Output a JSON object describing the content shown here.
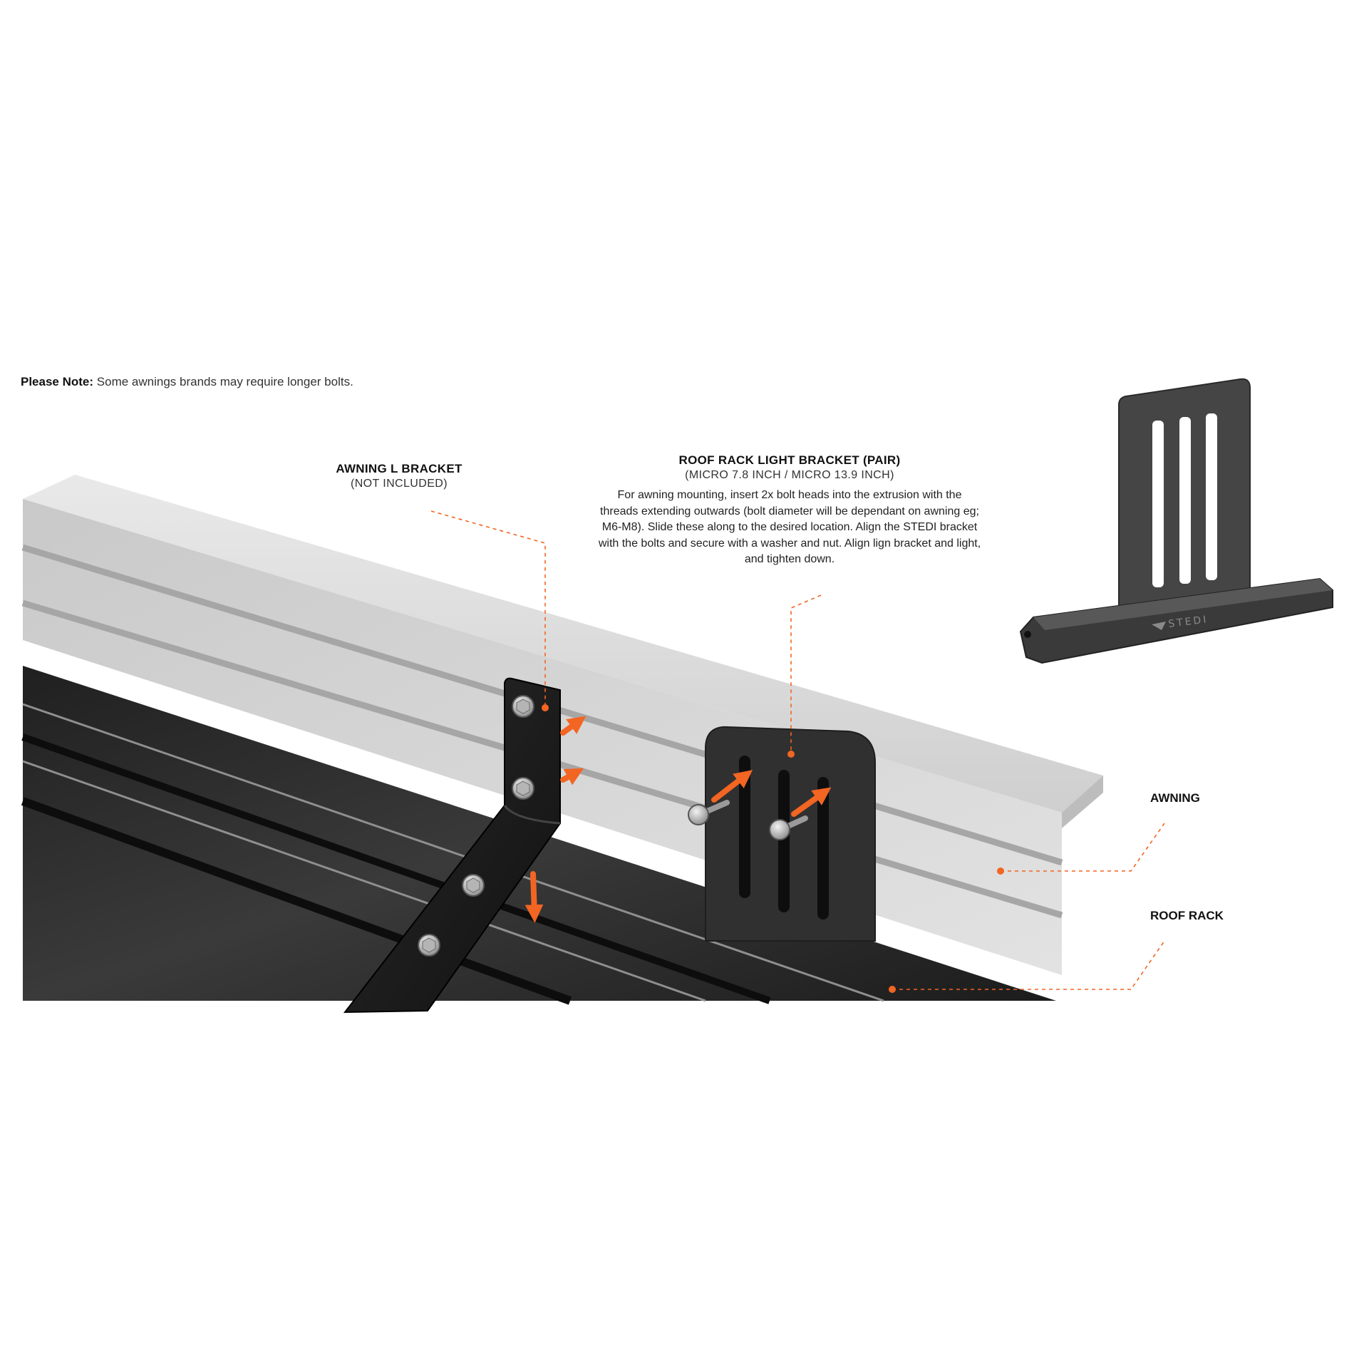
{
  "note": {
    "prefix": "Please Note:",
    "text": " Some awnings brands may require longer bolts."
  },
  "labels": {
    "l_bracket": {
      "title": "AWNING L BRACKET",
      "sub": "(NOT INCLUDED)"
    },
    "light_bracket": {
      "title": "ROOF RACK LIGHT BRACKET (PAIR)",
      "sub": "(MICRO 7.8 INCH / MICRO 13.9 INCH)",
      "description": "For awning mounting, insert 2x bolt heads into the extrusion with the threads extending outwards (bolt diameter will be dependant on awning eg; M6-M8). Slide these along to the desired location. Align the STEDI bracket with the bolts and secure with a washer and nut. Align lign bracket and light, and tighten down."
    },
    "awning": "AWNING",
    "roof_rack": "ROOF RACK"
  },
  "brand": {
    "logo_text": "STEDI"
  },
  "colors": {
    "accent_orange": "#f26522",
    "awning_silver": "#d9d9d9",
    "rack_black": "#2b2b2b",
    "bracket_dark": "#3c3c3c"
  }
}
